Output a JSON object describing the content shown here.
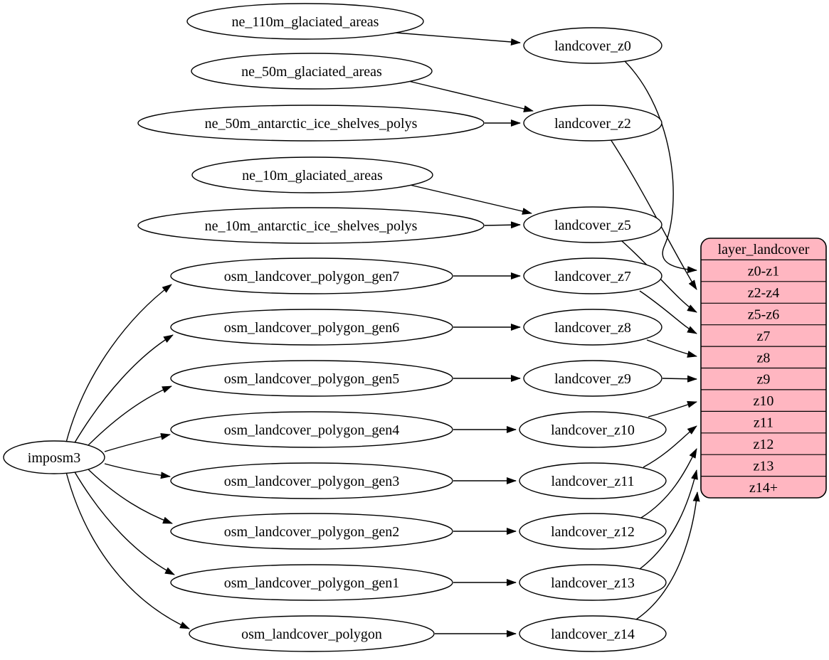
{
  "colors": {
    "background": "#ffffff",
    "node_fill": "#ffffff",
    "node_stroke": "#000000",
    "edge": "#000000",
    "layer_fill": "#ffb6c1",
    "text": "#000000"
  },
  "importer": {
    "label": "imposm3"
  },
  "sources": [
    {
      "label": "ne_110m_glaciated_areas"
    },
    {
      "label": "ne_50m_glaciated_areas"
    },
    {
      "label": "ne_50m_antarctic_ice_shelves_polys"
    },
    {
      "label": "ne_10m_glaciated_areas"
    },
    {
      "label": "ne_10m_antarctic_ice_shelves_polys"
    },
    {
      "label": "osm_landcover_polygon_gen7"
    },
    {
      "label": "osm_landcover_polygon_gen6"
    },
    {
      "label": "osm_landcover_polygon_gen5"
    },
    {
      "label": "osm_landcover_polygon_gen4"
    },
    {
      "label": "osm_landcover_polygon_gen3"
    },
    {
      "label": "osm_landcover_polygon_gen2"
    },
    {
      "label": "osm_landcover_polygon_gen1"
    },
    {
      "label": "osm_landcover_polygon"
    }
  ],
  "generalized_tables": [
    {
      "label": "landcover_z0"
    },
    {
      "label": "landcover_z2"
    },
    {
      "label": "landcover_z5"
    },
    {
      "label": "landcover_z7"
    },
    {
      "label": "landcover_z8"
    },
    {
      "label": "landcover_z9"
    },
    {
      "label": "landcover_z10"
    },
    {
      "label": "landcover_z11"
    },
    {
      "label": "landcover_z12"
    },
    {
      "label": "landcover_z13"
    },
    {
      "label": "landcover_z14"
    }
  ],
  "layer": {
    "title": "layer_landcover",
    "zoom_rows": [
      {
        "label": "z0-z1"
      },
      {
        "label": "z2-z4"
      },
      {
        "label": "z5-z6"
      },
      {
        "label": "z7"
      },
      {
        "label": "z8"
      },
      {
        "label": "z9"
      },
      {
        "label": "z10"
      },
      {
        "label": "z11"
      },
      {
        "label": "z12"
      },
      {
        "label": "z13"
      },
      {
        "label": "z14+"
      }
    ]
  }
}
